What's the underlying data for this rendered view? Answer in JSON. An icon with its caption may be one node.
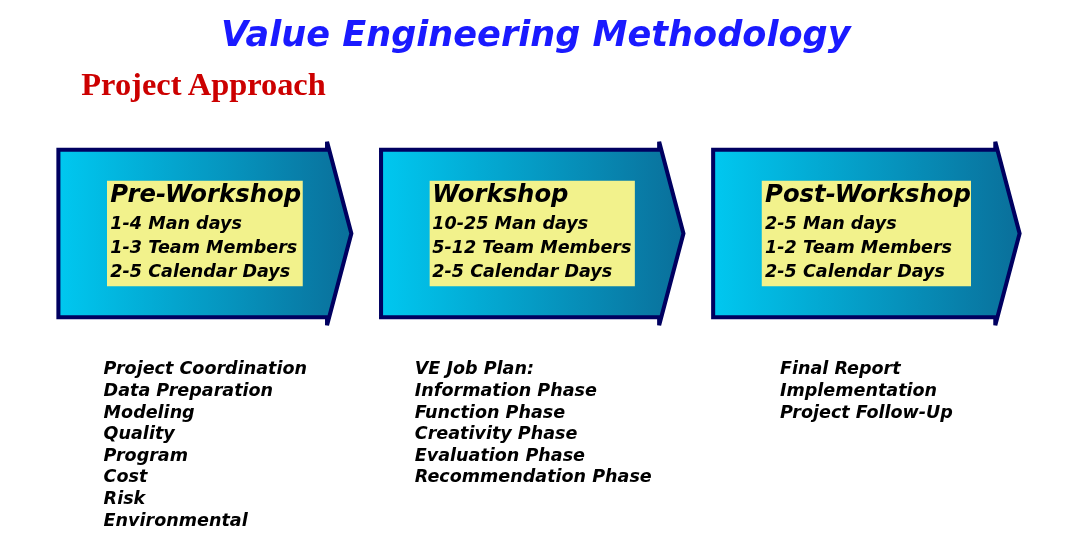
{
  "diagram": {
    "title": "Value Engineering Methodology",
    "nodes": [
      {
        "text": [
          "Pre-Workshop",
          "1-4 Man days",
          "1-3 Team Members",
          "2-5 Calendar Days"
        ],
        "beside": [
          "Project Coordination",
          "Data Preparation",
          "Modeling",
          "Quality",
          "Program",
          "Cost",
          "Risk",
          "Environmental"
        ]
      },
      {
        "text": [
          "Workshop",
          "10-25 Man days",
          "5-12 Team Members",
          "2-5 Calendar Days"
        ],
        "beside": [
          "VE Job Plan:",
          "Information Phase",
          "Function Phase",
          "Creativity Phase",
          "Evaluation Phase",
          "Recommendation Phase"
        ]
      },
      {
        "text": [
          "Post-Workshop",
          "2-5 Man days",
          "1-2 Team Members",
          "2-5 Calendar Days"
        ],
        "beside": [
          "Final Report",
          "Implementation",
          "Project Follow-Up"
        ]
      }
    ],
    "edges": [],
    "labels": [
      "Project Approach"
    ]
  }
}
